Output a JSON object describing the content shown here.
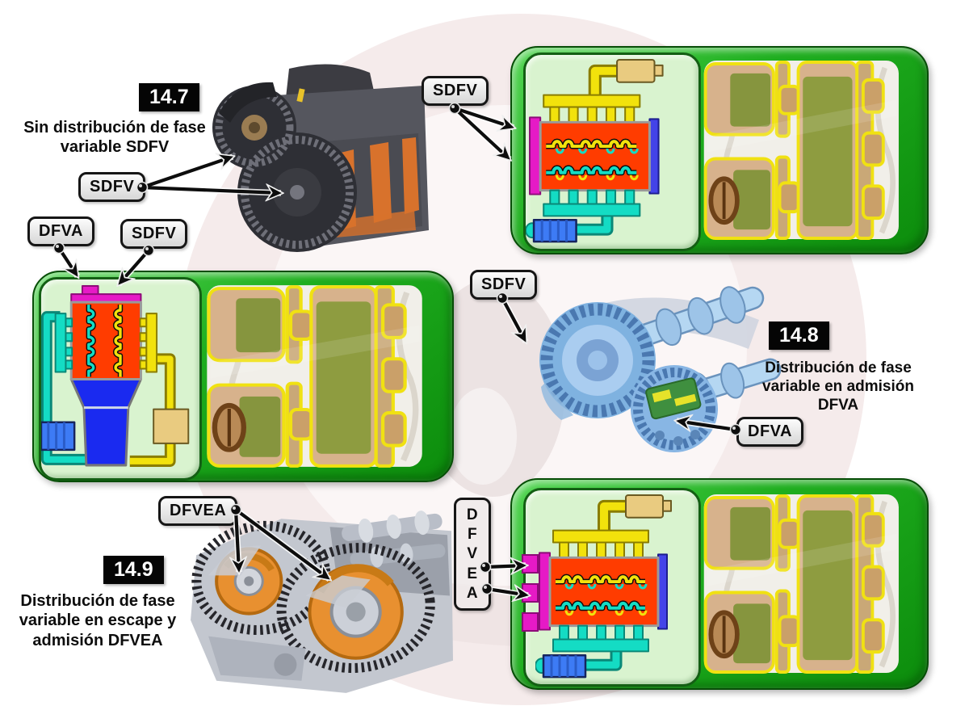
{
  "figures": {
    "f147": {
      "number": "14.7",
      "caption": [
        "Sin distribución de fase",
        "variable SDFV"
      ]
    },
    "f148": {
      "number": "14.8",
      "caption": [
        "Distribución de fase",
        "variable en admisión DFVA"
      ]
    },
    "f149": {
      "number": "14.9",
      "caption": [
        "Distribución de fase",
        "variable en escape y",
        "admisión DFVEA"
      ]
    }
  },
  "callouts": {
    "sdfv_engine_photo": "SDFV",
    "sdfv_schematic_top": "SDFV",
    "dfva_schematic_left": "DFVA",
    "sdfv_schematic_left": "SDFV",
    "sdfv_camshaft_photo": "SDFV",
    "dfva_camshaft_photo": "DFVA",
    "dfvea_engine_photo": "DFVEA",
    "dfvea_schematic_letters": [
      "D",
      "F",
      "V",
      "E",
      "A"
    ]
  },
  "palette": {
    "panel_green": "#18a018",
    "schematic_bg": "#d9f3cf",
    "engine_red": "#ff3c00",
    "cam_yellow": "#f2e20c",
    "cam_cyan": "#14dcc4",
    "phaser_magenta": "#e61ac6",
    "bar_blue": "#4343e8",
    "funnel_blue": "#1a2af0",
    "label_bg": "#e9e9e9",
    "number_box_bg": "#000000"
  }
}
